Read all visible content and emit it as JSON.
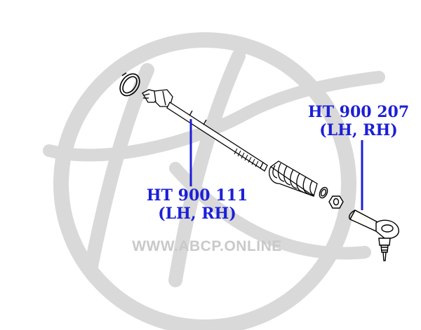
{
  "watermark": {
    "text": "WWW.ABCP.ONLINE",
    "logo_icon": "abcp-logo-icon",
    "color": "#d6d6d6"
  },
  "parts": [
    {
      "part_number": "HT 900 111",
      "side": "(LH, RH)"
    },
    {
      "part_number": "HT 900 207",
      "side": "(LH, RH)"
    }
  ],
  "colors": {
    "label": "#1c1fd6",
    "drawing": "#000000"
  }
}
